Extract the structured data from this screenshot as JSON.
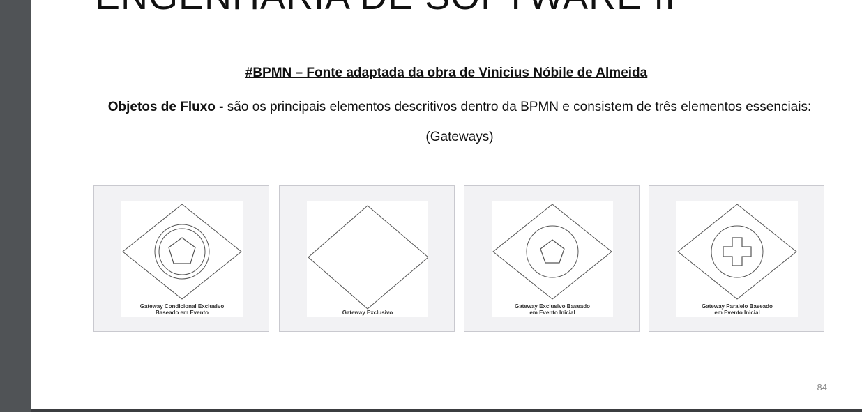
{
  "slide": {
    "title": "ENGENHARIA DE SOFTWARE II",
    "heading": "#BPMN – Fonte adaptada da obra de Vinicius Nóbile de Almeida",
    "intro_bold": "Objetos de Fluxo -",
    "intro_text": " são os principais elementos descritivos dentro da BPMN e consistem de três elementos essenciais: (Gateways)",
    "page_number": "84"
  },
  "gateways": [
    {
      "caption_line1": "Gateway Condicional Exclusivo",
      "caption_line2": "Baseado em Evento",
      "icon": "gateway-conditional-exclusive-event-icon"
    },
    {
      "caption_line1": "Gateway Exclusivo",
      "caption_line2": "",
      "icon": "gateway-exclusive-icon"
    },
    {
      "caption_line1": "Gateway Exclusivo Baseado",
      "caption_line2": "em Evento Inicial",
      "icon": "gateway-exclusive-event-start-icon"
    },
    {
      "caption_line1": "Gateway Paralelo Baseado",
      "caption_line2": "em Evento Inicial",
      "icon": "gateway-parallel-event-start-icon"
    }
  ]
}
